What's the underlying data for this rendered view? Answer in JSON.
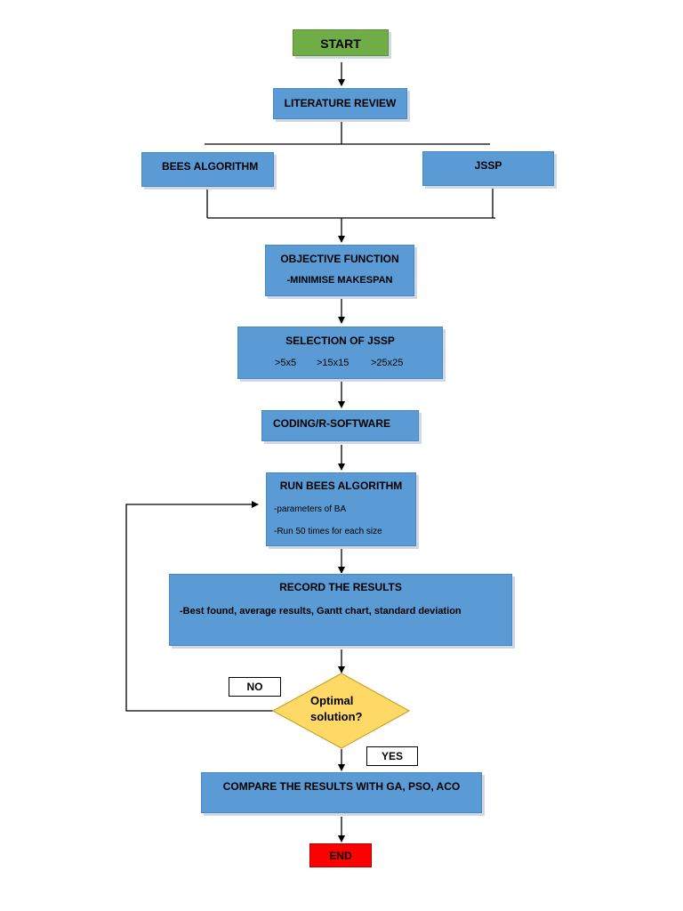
{
  "nodes": {
    "start": "START",
    "literature_review": "LITERATURE REVIEW",
    "bees_algorithm": "BEES ALGORITHM",
    "jssp": "JSSP",
    "objective_function": {
      "title": "OBJECTIVE FUNCTION",
      "detail": "-MINIMISE MAKESPAN"
    },
    "selection_of_jssp": {
      "title": "SELECTION OF JSSP",
      "sizes": [
        ">5x5",
        ">15x15",
        ">25x25"
      ]
    },
    "coding": "CODING/R-SOFTWARE",
    "run_bees_algorithm": {
      "title": "RUN BEES ALGORITHM",
      "lines": [
        "-parameters of BA",
        "-Run 50 times for each size"
      ]
    },
    "record_results": {
      "title": "RECORD THE RESULTS",
      "detail": "-Best found, average results, Gantt chart, standard deviation"
    },
    "decision": {
      "line1": "Optimal",
      "line2": "solution?"
    },
    "no_label": "NO",
    "yes_label": "YES",
    "compare": "COMPARE THE RESULTS WITH GA, PSO, ACO",
    "end": "END"
  },
  "colors": {
    "process_fill": "#5b9bd5",
    "start_fill": "#70ad47",
    "end_fill": "#ff0000",
    "decision_fill": "#ffd966",
    "connector": "#000000"
  }
}
